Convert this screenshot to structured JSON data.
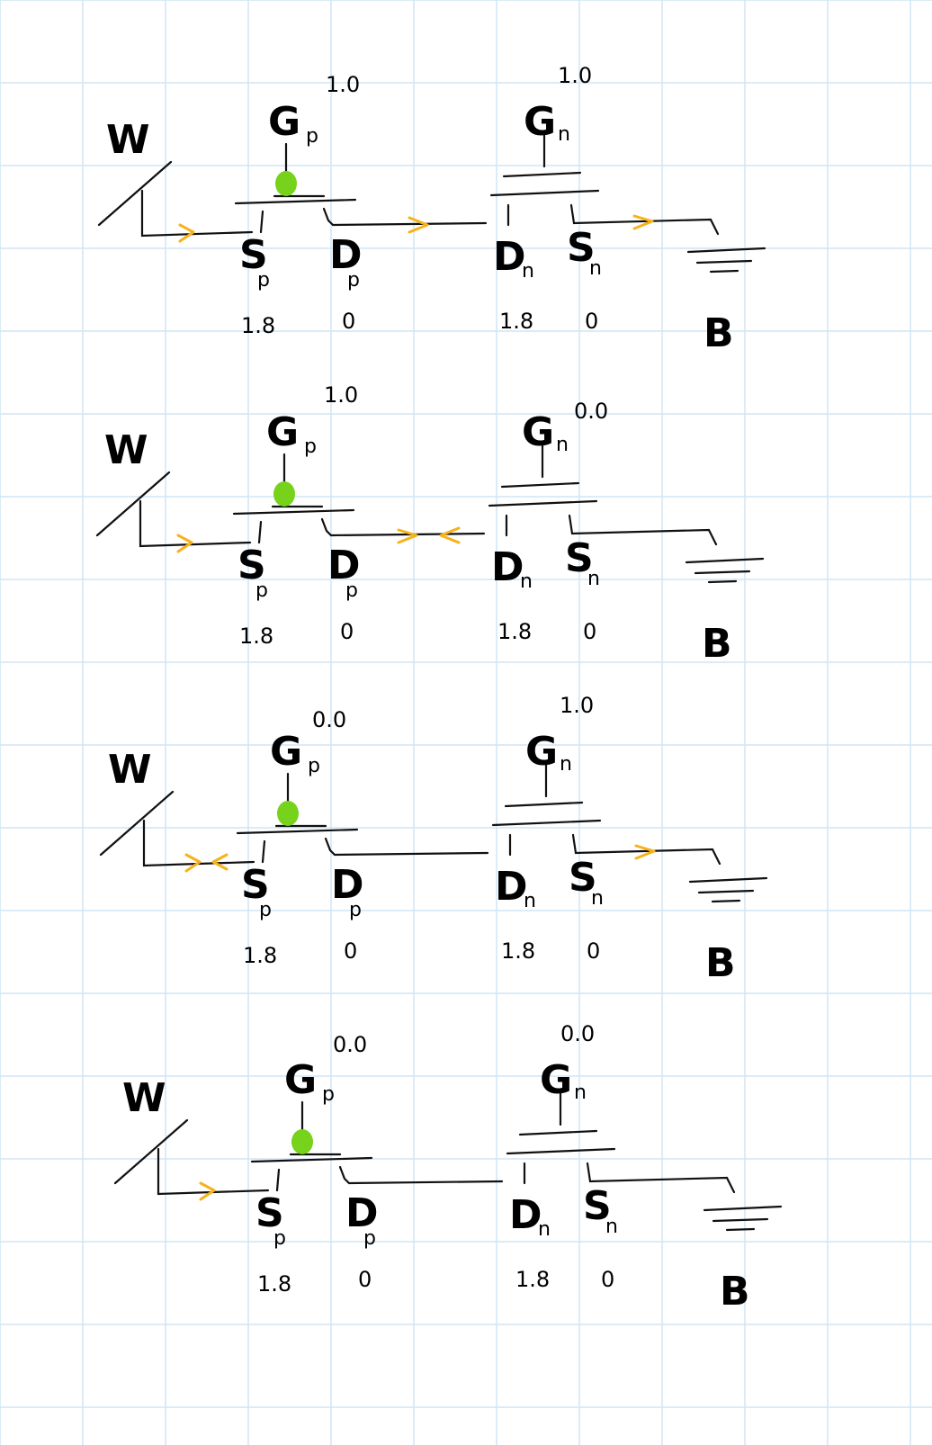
{
  "diagrams": [
    {
      "labels": {
        "w": "W",
        "gp": "G",
        "gp_sub": "p",
        "gp_value": "1.0",
        "gn": "G",
        "gn_sub": "n",
        "gn_value": "1.0",
        "sp": "S",
        "sp_sub": "p",
        "dp": "D",
        "dp_sub": "p",
        "dn": "D",
        "dn_sub": "n",
        "sn": "S",
        "sn_sub": "n",
        "sp_value": "1.8",
        "dp_value": "0",
        "dn_value": "1.8",
        "sn_value": "0",
        "b": "B"
      },
      "arrows": [
        "right",
        "right",
        "right"
      ]
    },
    {
      "labels": {
        "w": "W",
        "gp": "G",
        "gp_sub": "p",
        "gp_value": "1.0",
        "gn": "G",
        "gn_sub": "n",
        "gn_value": "0.0",
        "sp": "S",
        "sp_sub": "p",
        "dp": "D",
        "dp_sub": "p",
        "dn": "D",
        "dn_sub": "n",
        "sn": "S",
        "sn_sub": "n",
        "sp_value": "1.8",
        "dp_value": "0",
        "dn_value": "1.8",
        "sn_value": "0",
        "b": "B"
      },
      "arrows": [
        "right",
        "right",
        "left"
      ]
    },
    {
      "labels": {
        "w": "W",
        "gp": "G",
        "gp_sub": "p",
        "gp_value": "0.0",
        "gn": "G",
        "gn_sub": "n",
        "gn_value": "1.0",
        "sp": "S",
        "sp_sub": "p",
        "dp": "D",
        "dp_sub": "p",
        "dn": "D",
        "dn_sub": "n",
        "sn": "S",
        "sn_sub": "n",
        "sp_value": "1.8",
        "dp_value": "0",
        "dn_value": "1.8",
        "sn_value": "0",
        "b": "B"
      },
      "arrows": [
        "right",
        "left",
        "right"
      ]
    },
    {
      "labels": {
        "w": "W",
        "gp": "G",
        "gp_sub": "p",
        "gp_value": "0.0",
        "gn": "G",
        "gn_sub": "n",
        "gn_value": "0.0",
        "sp": "S",
        "sp_sub": "p",
        "dp": "D",
        "dp_sub": "p",
        "dn": "D",
        "dn_sub": "n",
        "sn": "S",
        "sn_sub": "n",
        "sp_value": "1.8",
        "dp_value": "0",
        "dn_value": "1.8",
        "sn_value": "0",
        "b": "B"
      },
      "arrows": [
        "right"
      ]
    }
  ],
  "colors": {
    "grid": "#cfe6f5",
    "wire": "#111111",
    "arrow": "#f6b21b",
    "gate_dot": "#76d21b"
  }
}
